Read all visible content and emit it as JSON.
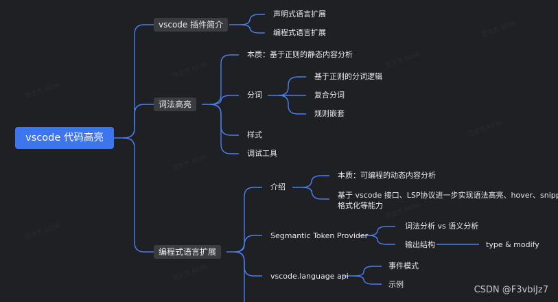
{
  "root": "vscode 代码高亮",
  "branch_intro": {
    "label": "vscode 插件简介",
    "children": [
      "声明式语言扩展",
      "编程式语言扩展"
    ]
  },
  "branch_lexical": {
    "label": "词法高亮",
    "essence": "本质：基于正则的静态内容分析",
    "tokenize": "分词",
    "tokenize_children": [
      "基于正则的分词逻辑",
      "复合分词",
      "规则嵌套"
    ],
    "style": "样式",
    "debug": "调试工具"
  },
  "branch_program": {
    "label": "编程式语言扩展",
    "intro": "介绍",
    "intro_essence": "本质：可编程的动态内容分析",
    "intro_desc_line1": "基于 vscode 接口、LSP协议进一步实现语法高亮、hover、snippet、",
    "intro_desc_line2": "格式化等能力",
    "semantic": "Segmantic Token Provider",
    "semantic_children": [
      "词法分析 vs 语义分析",
      "输出结构"
    ],
    "output_child": "type & modify",
    "language_api": "vscode.language api",
    "api_children": [
      "事件模式",
      "示例"
    ]
  },
  "watermark": "范文杰 6036",
  "footer": "CSDN @F3vbiJz7"
}
